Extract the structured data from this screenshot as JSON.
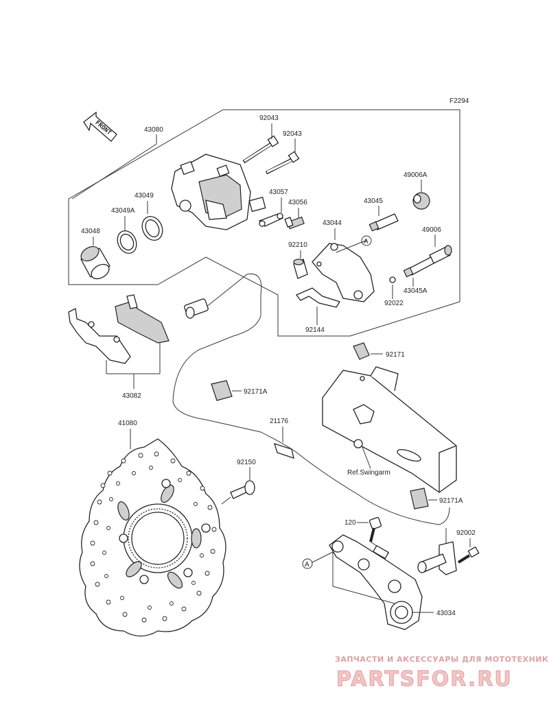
{
  "diagram_code": "F2294",
  "front_label": "FRONT",
  "ref_label": "Ref.Swingarm",
  "ref_marker": "A",
  "parts": {
    "p43080": "43080",
    "p92043a": "92043",
    "p92043b": "92043",
    "p43057": "43057",
    "p43056": "43056",
    "p43049": "43049",
    "p43049A": "43049A",
    "p43048": "43048",
    "p43045": "43045",
    "p49006A": "49006A",
    "p43044": "43044",
    "p92210": "92210",
    "p49006": "49006",
    "p43045A": "43045A",
    "p92022": "92022",
    "p92144": "92144",
    "p92171": "92171",
    "p92171A_1": "92171A",
    "p43082": "43082",
    "p41080": "41080",
    "p21176": "21176",
    "p92150": "92150",
    "p92171A_2": "92171A",
    "p120": "120",
    "p92002": "92002",
    "p43034": "43034"
  },
  "watermark": {
    "line1": "ЗАПЧАСТИ И АКСЕССУАРЫ ДЛЯ МОТОТЕХНИКИ",
    "line2": "PARTSFOR.RU"
  }
}
